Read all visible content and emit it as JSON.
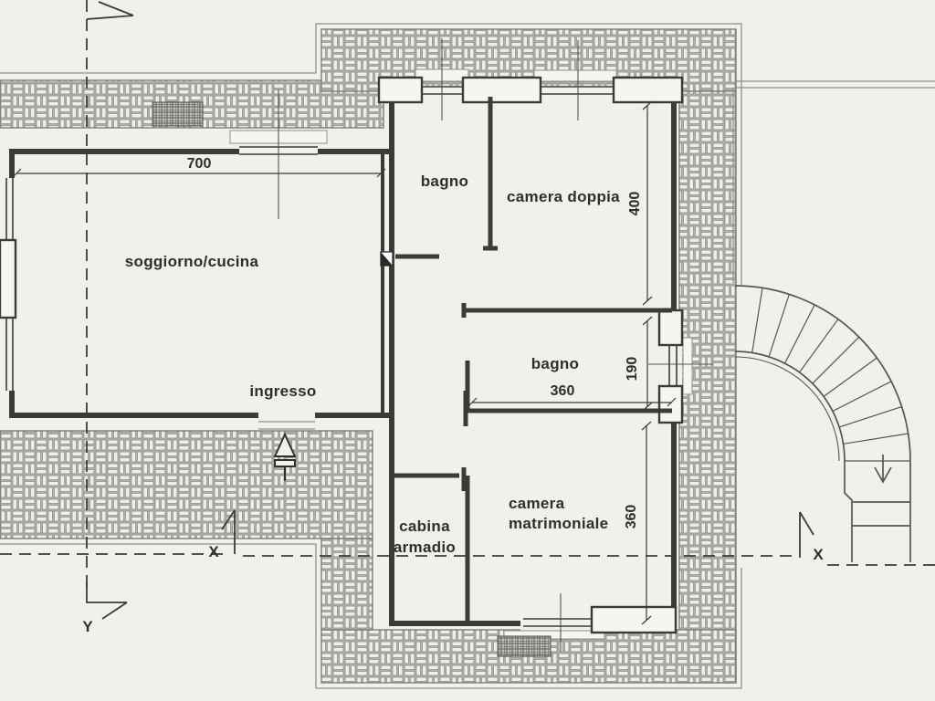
{
  "rooms": {
    "soggiorno": {
      "label": "soggiorno/cucina"
    },
    "ingresso": {
      "label": "ingresso"
    },
    "bagno_top": {
      "label": "bagno"
    },
    "camera_doppia": {
      "label": "camera doppia"
    },
    "bagno_mid": {
      "label": "bagno"
    },
    "cabina_armadio": {
      "line1": "cabina",
      "line2": "armadio"
    },
    "camera_matrimoniale": {
      "line1": "camera",
      "line2": "matrimoniale"
    }
  },
  "dimensions": {
    "soggiorno_width": "700",
    "camera_doppia_depth": "400",
    "bagno_mid_depth": "190",
    "bagno_mid_width": "360",
    "camera_matrimoniale_depth": "360"
  },
  "axes": {
    "x_left": "X",
    "x_right": "X",
    "y_bottom": "Y"
  },
  "colors": {
    "paper": "#f1f0ec",
    "line": "#3b3b37",
    "hatch_mortar": "#b3b3ae",
    "brick": "#efeeea"
  }
}
